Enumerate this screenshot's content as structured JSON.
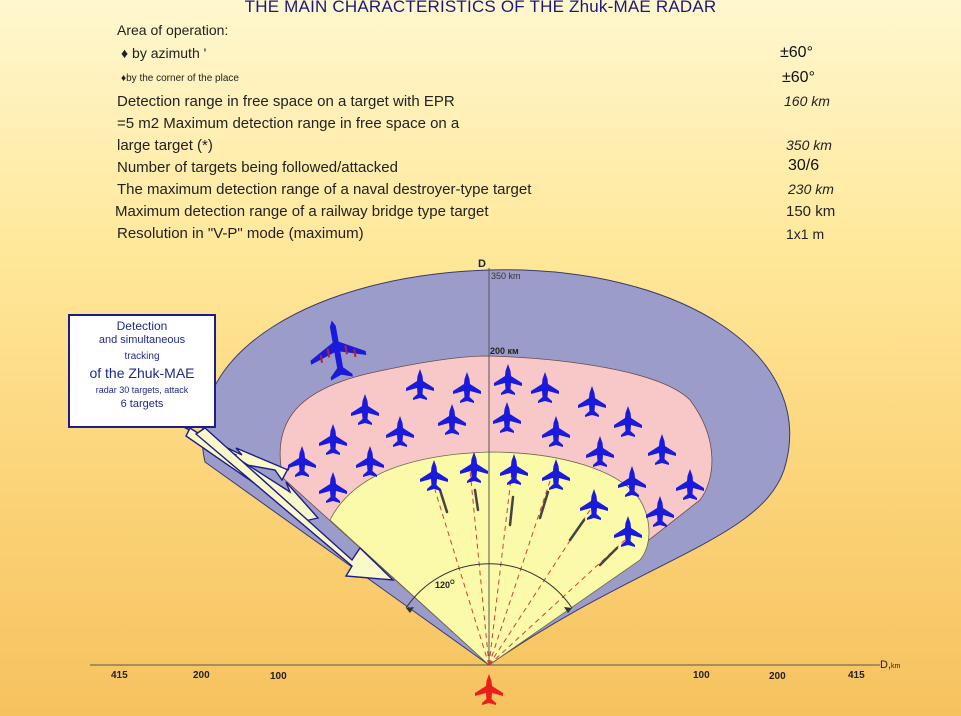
{
  "title": "THE MAIN CHARACTERISTICS OF THE Zhuk-MAE RADAR",
  "specs": {
    "area_heading": "Area of operation:",
    "azimuth_label": "♦ by azimuth '",
    "azimuth_value": "±60°",
    "corner_label": "♦by the corner of the place",
    "corner_value": "±60°",
    "epr_label": "Detection range in free space on a target with EPR",
    "epr_value": "160 km",
    "large_label_1": "=5 m2 Maximum detection range in free space on a",
    "large_label_2": "large target (*)",
    "large_value": "350 km",
    "followed_label": "Number of targets being followed/attacked",
    "followed_value": "30/6",
    "naval_label": "The maximum detection range of a naval destroyer-type target",
    "naval_value": "230 km",
    "bridge_label": "Maximum detection range of a railway bridge type target",
    "bridge_value": "150 km",
    "resolution_label": "Resolution in \"V-P\" mode (maximum)",
    "resolution_value": "1x1 m"
  },
  "callout": {
    "line1": "Detection",
    "line2": "and simultaneous",
    "line3": "tracking",
    "line4": "of the Zhuk-MAE",
    "line5": "radar 30 targets, attack",
    "line6": "6 targets"
  },
  "diagram": {
    "d_axis_label": "D",
    "range_350": "350 km",
    "range_200": "200 км",
    "angle_label": "120",
    "angle_sup": "O",
    "x_axis_unit": "D,",
    "x_axis_unit_sub": "km",
    "ticks_left": [
      "415",
      "200",
      "100"
    ],
    "ticks_right": [
      "100",
      "200",
      "415"
    ],
    "colors": {
      "outer_zone": "#9c9cca",
      "middle_zone": "#f8c8c8",
      "inner_zone": "#fafaa8",
      "target": "#1a1adc",
      "own_aircraft": "#e8201c",
      "arrow_outline": "#1c1c8c"
    }
  }
}
